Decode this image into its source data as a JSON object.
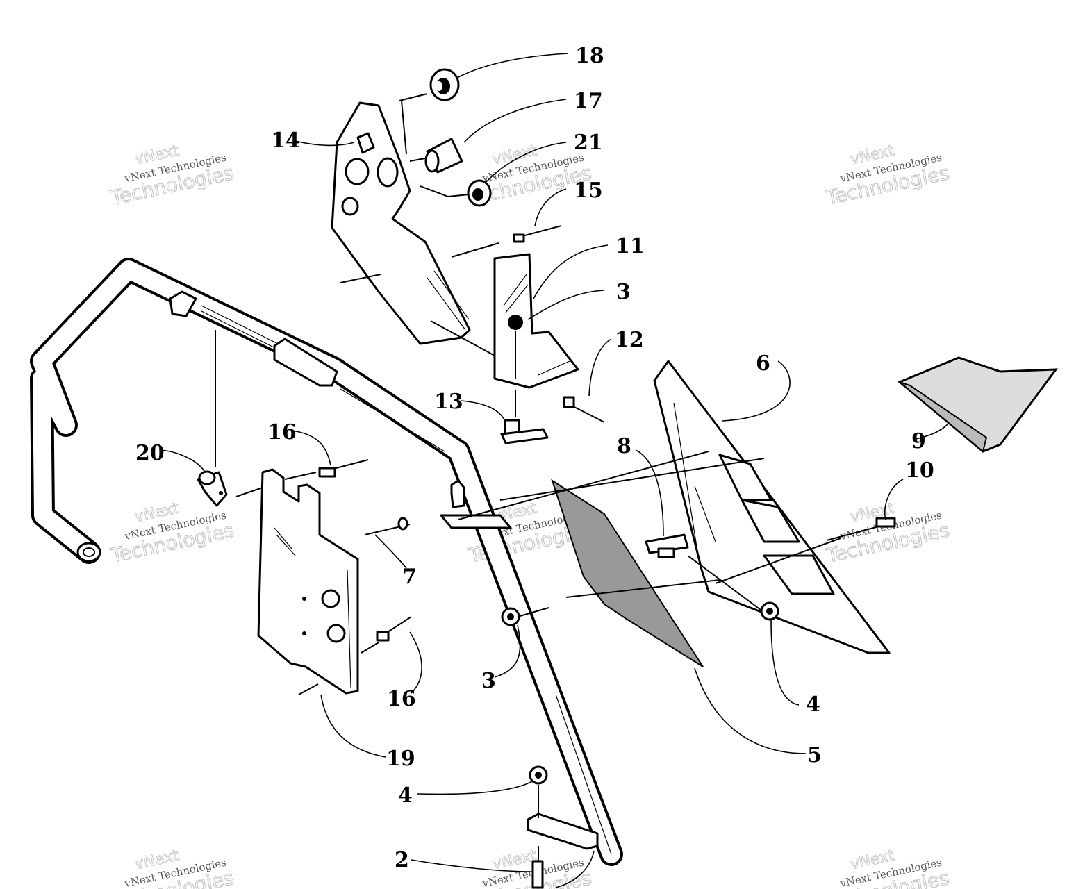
{
  "callouts": [
    {
      "id": "18",
      "label": "18"
    },
    {
      "id": "17",
      "label": "17"
    },
    {
      "id": "21",
      "label": "21"
    },
    {
      "id": "15",
      "label": "15"
    },
    {
      "id": "14",
      "label": "14"
    },
    {
      "id": "11",
      "label": "11"
    },
    {
      "id": "3a",
      "label": "3"
    },
    {
      "id": "12",
      "label": "12"
    },
    {
      "id": "6",
      "label": "6"
    },
    {
      "id": "13",
      "label": "13"
    },
    {
      "id": "16a",
      "label": "16"
    },
    {
      "id": "20",
      "label": "20"
    },
    {
      "id": "8",
      "label": "8"
    },
    {
      "id": "9",
      "label": "9"
    },
    {
      "id": "10",
      "label": "10"
    },
    {
      "id": "7",
      "label": "7"
    },
    {
      "id": "3b",
      "label": "3"
    },
    {
      "id": "16b",
      "label": "16"
    },
    {
      "id": "4a",
      "label": "4"
    },
    {
      "id": "5",
      "label": "5"
    },
    {
      "id": "19",
      "label": "19"
    },
    {
      "id": "4b",
      "label": "4"
    },
    {
      "id": "2",
      "label": "2"
    }
  ],
  "watermark": {
    "brand": "vNext",
    "company": "vNext Technologies",
    "word": "Technologies"
  }
}
